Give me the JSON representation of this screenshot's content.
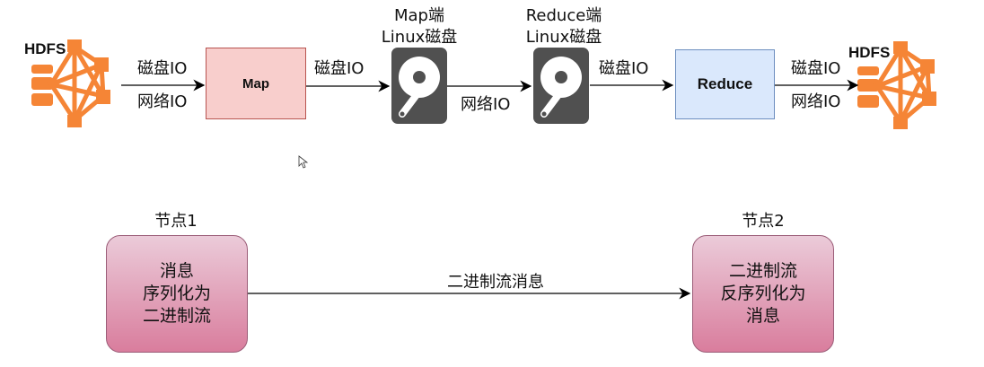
{
  "top": {
    "hdfs_left": "HDFS",
    "hdfs_right": "HDFS",
    "edge1": {
      "top": "磁盘IO",
      "bottom": "网络IO"
    },
    "map": "Map",
    "edge2": "磁盘IO",
    "disk1_title": [
      "Map端",
      "Linux磁盘"
    ],
    "edge3": "网络IO",
    "disk2_title": [
      "Reduce端",
      "Linux磁盘"
    ],
    "edge4": "磁盘IO",
    "reduce": "Reduce",
    "edge5": {
      "top": "磁盘IO",
      "bottom": "网络IO"
    }
  },
  "bottom": {
    "node1": {
      "title": "节点1",
      "lines": [
        "消息",
        "序列化为",
        "二进制流"
      ]
    },
    "edge": "二进制流消息",
    "node2": {
      "title": "节点2",
      "lines": [
        "二进制流",
        "反序列化为",
        "消息"
      ]
    }
  },
  "colors": {
    "hdfs": "#f58536",
    "map_fill": "#f8cecc",
    "reduce_fill": "#dae8fc",
    "disk": "#505050"
  }
}
